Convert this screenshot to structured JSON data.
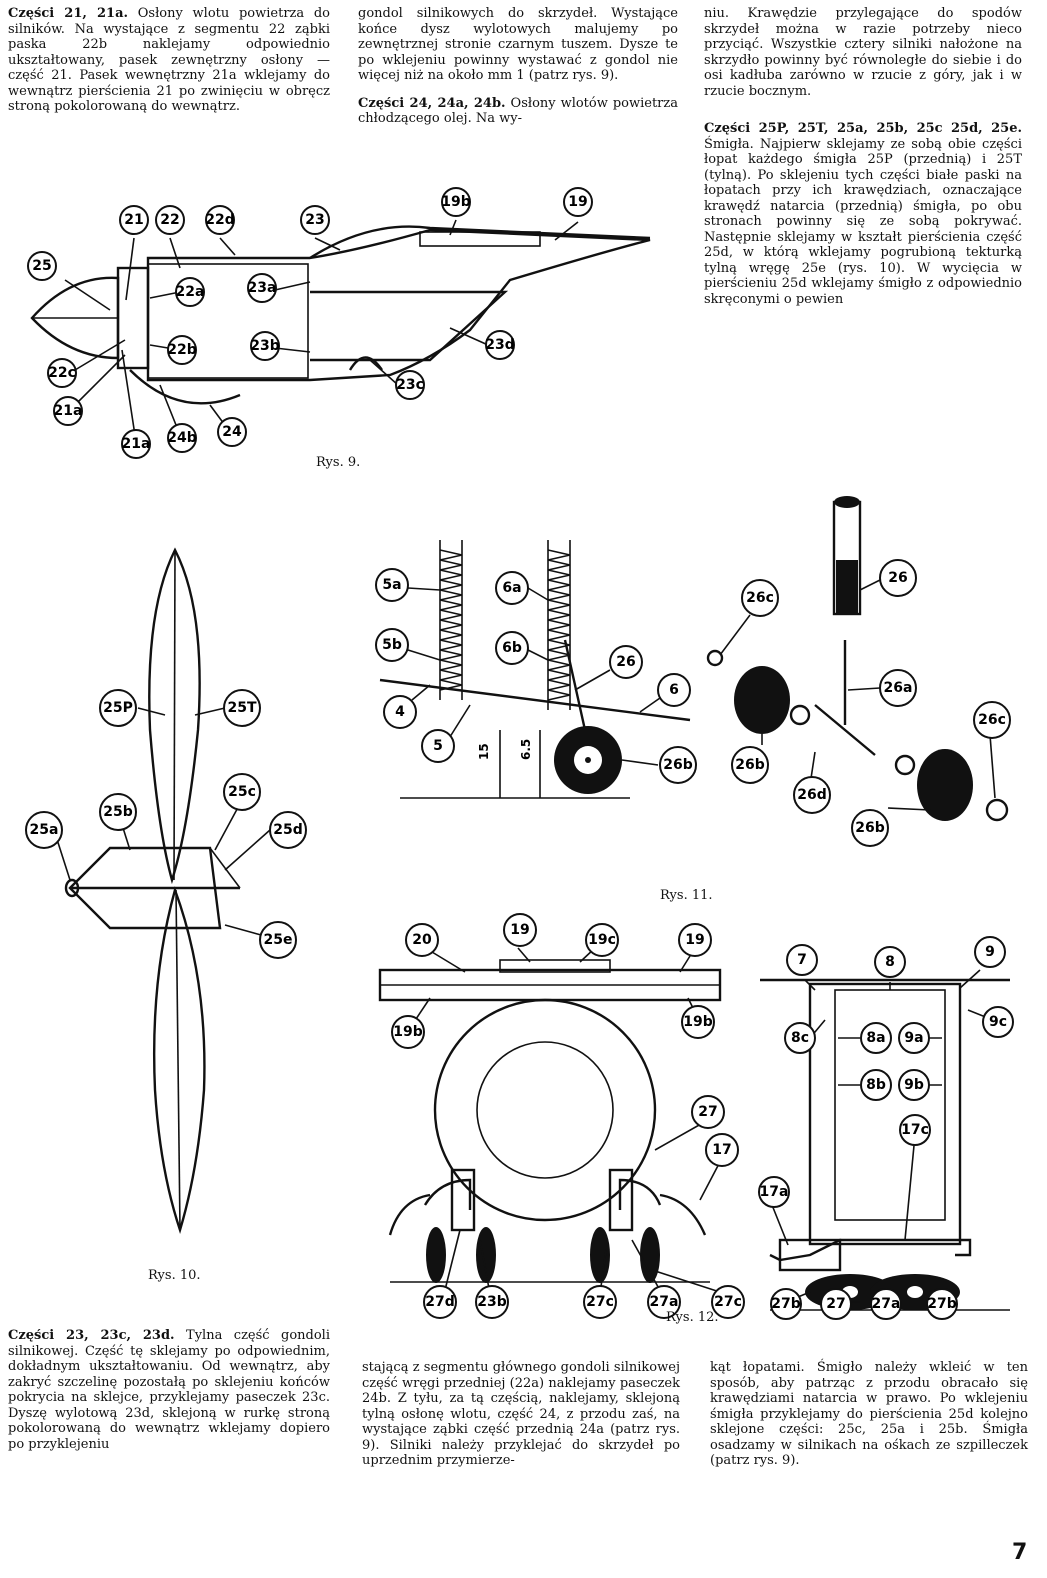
{
  "page_number": "7",
  "text": {
    "col1_top_b": "Części 21, 21a.",
    "col1_top": " Osłony wlotu powietrza do silników. Na wystające z segmentu 22 ząbki paska 22b naklejamy odpowiednio ukształtowany, pasek zewnętrzny osłony — część 21. Pasek wewnętrzny 21a wklejamy do wewnątrz pierścienia 21 po zwinięciu w obręcz stroną pokolorowaną do wewnątrz.",
    "col2_top_1": "gondol silnikowych do skrzydeł. Wystające końce dysz wylotowych malujemy po zewnętrznej stronie czarnym tuszem. Dysze te po wklejeniu powinny wystawać z gondol nie więcej niż na około mm 1 (patrz rys. 9).",
    "col2_top_2b": "Części 24, 24a, 24b.",
    "col2_top_2": " Osłony wlotów powietrza chłodzącego olej. Na wy-",
    "col3_top_1": "niu. Krawędzie przylegające do spodów skrzydeł można w razie potrzeby nieco przyciąć. Wszystkie cztery silniki nałożone na skrzydło powinny być równoległe do siebie i do osi kadłuba zarówno w rzucie z góry, jak i w rzucie bocznym.",
    "col3_top_2b": "Części 25P, 25T, 25a, 25b, 25c 25d, 25e.",
    "col3_top_2": " Śmigła. Najpierw sklejamy ze sobą obie części łopat każdego śmigła 25P (przednią) i 25T (tylną). Po sklejeniu tych części białe paski na łopatach przy ich krawędziach, oznaczające krawędź natarcia (przednią) śmigła, po obu stronach powinny się ze sobą pokrywać. Następnie sklejamy w kształt pierścienia część 25d, w którą wklejamy pogrubioną tekturką tylną wręgę 25e (rys. 10). W wycięcia w pierścieniu 25d wklejamy śmigło z odpowiednio skręconymi o pewien",
    "col1_bot_b": "Części 23, 23c, 23d.",
    "col1_bot": " Tylna część gondoli silnikowej. Część tę sklejamy po odpowiednim, dokładnym ukształtowaniu. Od wewnątrz, aby zakryć szczelinę pozostałą po sklejeniu końców pokrycia na sklejce, przyklejamy paseczek 23c. Dyszę wylotową 23d, sklejoną w rurkę stroną pokolorowaną do wewnątrz wklejamy dopiero po przyklejeniu",
    "col2_bot": "stającą z segmentu głównego gondoli silnikowej część wręgi przedniej (22a) naklejamy paseczek 24b. Z tyłu, za tą częścią, naklejamy, sklejoną tylną osłonę wlotu, część 24, z przodu zaś, na wystające ząbki część przednią 24a (patrz rys. 9). Silniki należy przyklejać do skrzydeł po uprzednim przymierze-",
    "col3_bot": "kąt łopatami. Śmigło należy wkleić w ten sposób, aby patrząc z przodu obracało się krawędziami natarcia w prawo. Po wklejeniu śmigła przyklejamy do pierścienia 25d kolejno sklejone części: 25c, 25a i 25b. Śmigła osadzamy w silnikach na ośkach ze szpilleczek (patrz rys. 9)."
  },
  "captions": {
    "rys9": "Rys. 9.",
    "rys10": "Rys. 10.",
    "rys11": "Rys. 11.",
    "rys12": "Rys. 12."
  },
  "fig9_labels": [
    "21",
    "22",
    "22d",
    "23",
    "19b",
    "19",
    "25",
    "22a",
    "23a",
    "22c",
    "22b",
    "23b",
    "23d",
    "21a",
    "21a",
    "24b",
    "24",
    "23c"
  ],
  "fig10_labels": [
    "25P",
    "25T",
    "25c",
    "25b",
    "25d",
    "25a",
    "25e"
  ],
  "fig11_labels": [
    "5a",
    "6a",
    "5b",
    "6b",
    "26",
    "6",
    "4",
    "5",
    "26b",
    "26c",
    "26",
    "26a",
    "26c",
    "26b",
    "26d",
    "26b"
  ],
  "fig11_dims": [
    "15",
    "6.5"
  ],
  "fig12_labels": [
    "20",
    "19",
    "19c",
    "19",
    "19b",
    "19b",
    "27",
    "17",
    "27d",
    "23b",
    "27c",
    "27a",
    "27c",
    "7",
    "8",
    "9",
    "8c",
    "8a",
    "9a",
    "9c",
    "8b",
    "9b",
    "17c",
    "17a",
    "27b",
    "27",
    "27a",
    "27b"
  ]
}
